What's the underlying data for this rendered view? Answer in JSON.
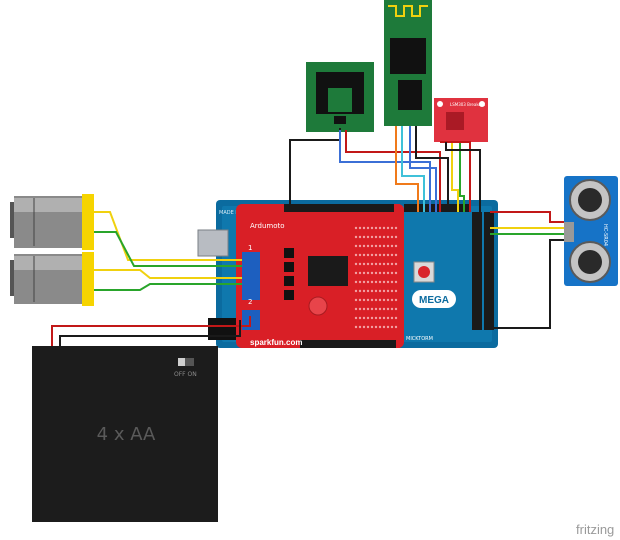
{
  "battery": {
    "label": "4 x AA",
    "switch_label": "OFF ON"
  },
  "ardumoto": {
    "title": "Ardumoto",
    "brand": "sparkfun.com",
    "marker_1": "1",
    "marker_2": "2"
  },
  "mega": {
    "logo": "MEGA",
    "side_text": "MICKTORM",
    "edge_text": "MADE IN ITALY"
  },
  "accelerometer": {
    "title": "LSM303 Breakout"
  },
  "ultrasonic": {
    "model": "HC-SR04"
  },
  "watermark": "fritzing",
  "colors": {
    "wire_red": "#c21818",
    "wire_black": "#1a1a1a",
    "wire_yellow": "#f0d10f",
    "wire_green": "#29a52b",
    "wire_blue": "#3b6fd6",
    "wire_cyan": "#3fc1d9",
    "wire_orange": "#f07a1a",
    "board_red": "#d91f26",
    "board_teal": "#0b6b9f",
    "bt_green": "#1e7a3a",
    "motor_yellow": "#f6d400",
    "sensor_blue": "#1673c7"
  }
}
